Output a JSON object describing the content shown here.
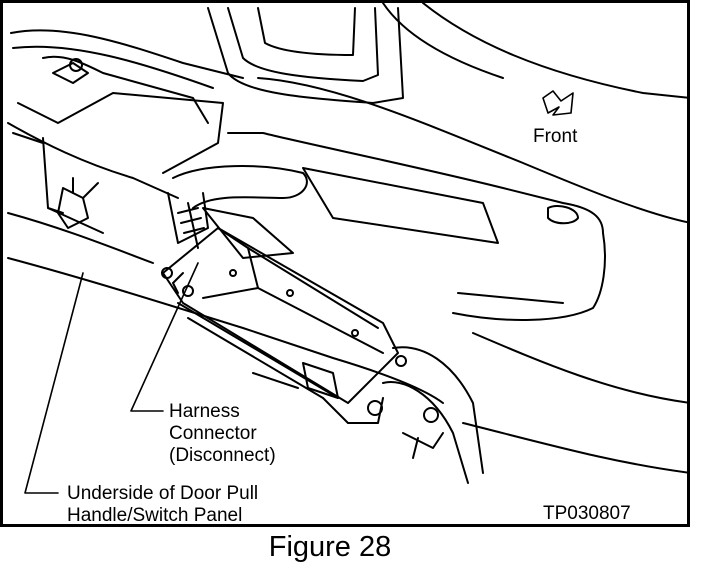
{
  "figure": {
    "caption": "Figure 28",
    "code": "TP030807",
    "labels": {
      "front": "Front",
      "harness_line1": "Harness",
      "harness_line2": "Connector",
      "harness_line3": "(Disconnect)",
      "underside_line1": "Underside of Door Pull",
      "underside_line2": "Handle/Switch Panel"
    }
  }
}
